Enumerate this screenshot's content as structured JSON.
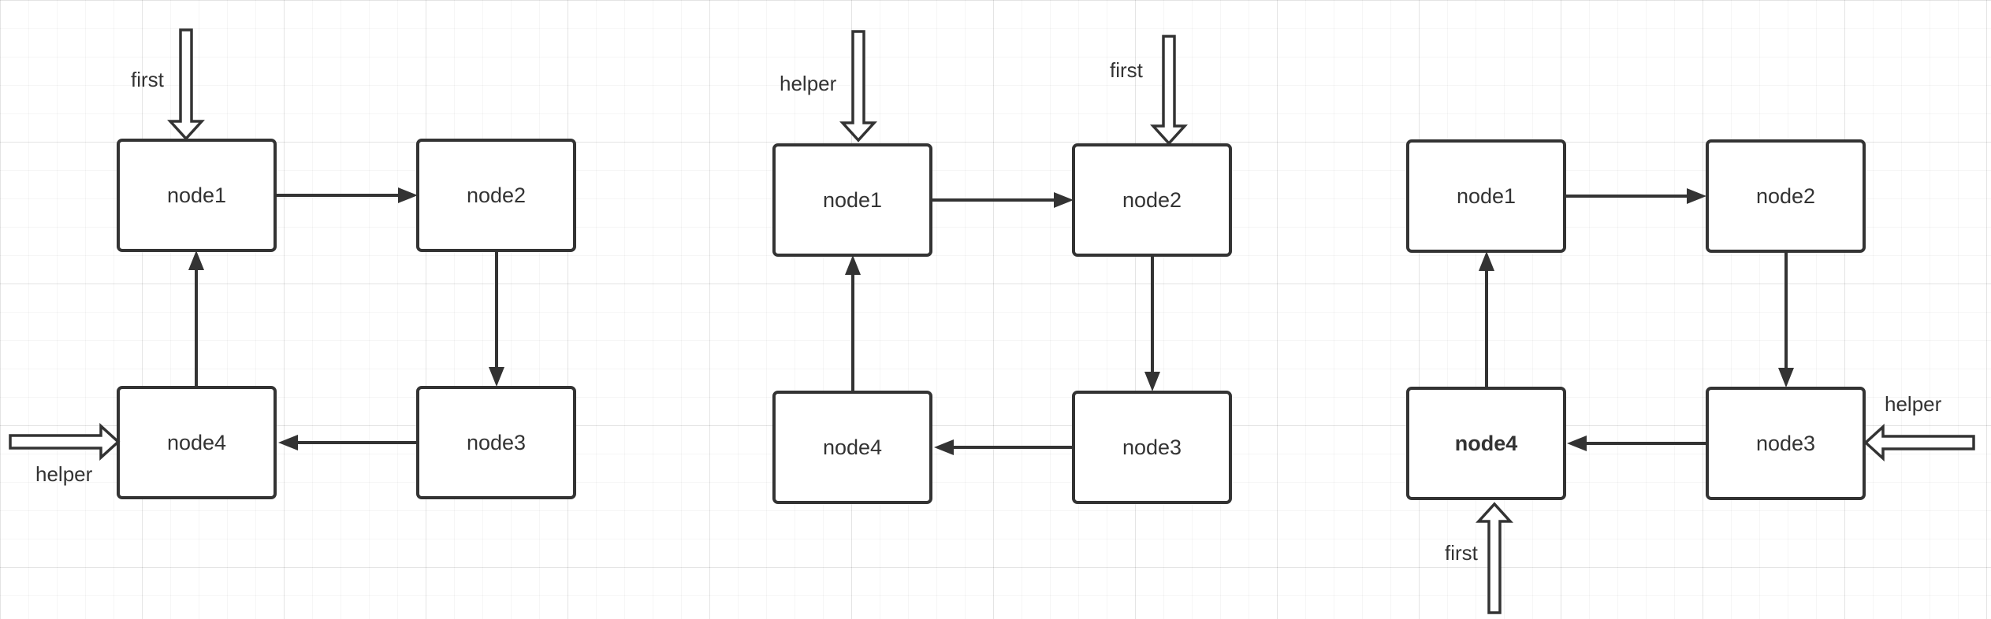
{
  "diagrams": [
    {
      "nodes": [
        "node1",
        "node2",
        "node3",
        "node4"
      ],
      "pointers": {
        "first": "first",
        "helper": "helper"
      }
    },
    {
      "nodes": [
        "node1",
        "node2",
        "node3",
        "node4"
      ],
      "pointers": {
        "helper": "helper",
        "first": "first"
      }
    },
    {
      "nodes": [
        "node1",
        "node2",
        "node3",
        "node4"
      ],
      "pointers": {
        "helper": "helper",
        "first": "first"
      },
      "highlight_node": "node4"
    }
  ],
  "colors": {
    "highlight": "#e0302a",
    "stroke": "#333333"
  }
}
